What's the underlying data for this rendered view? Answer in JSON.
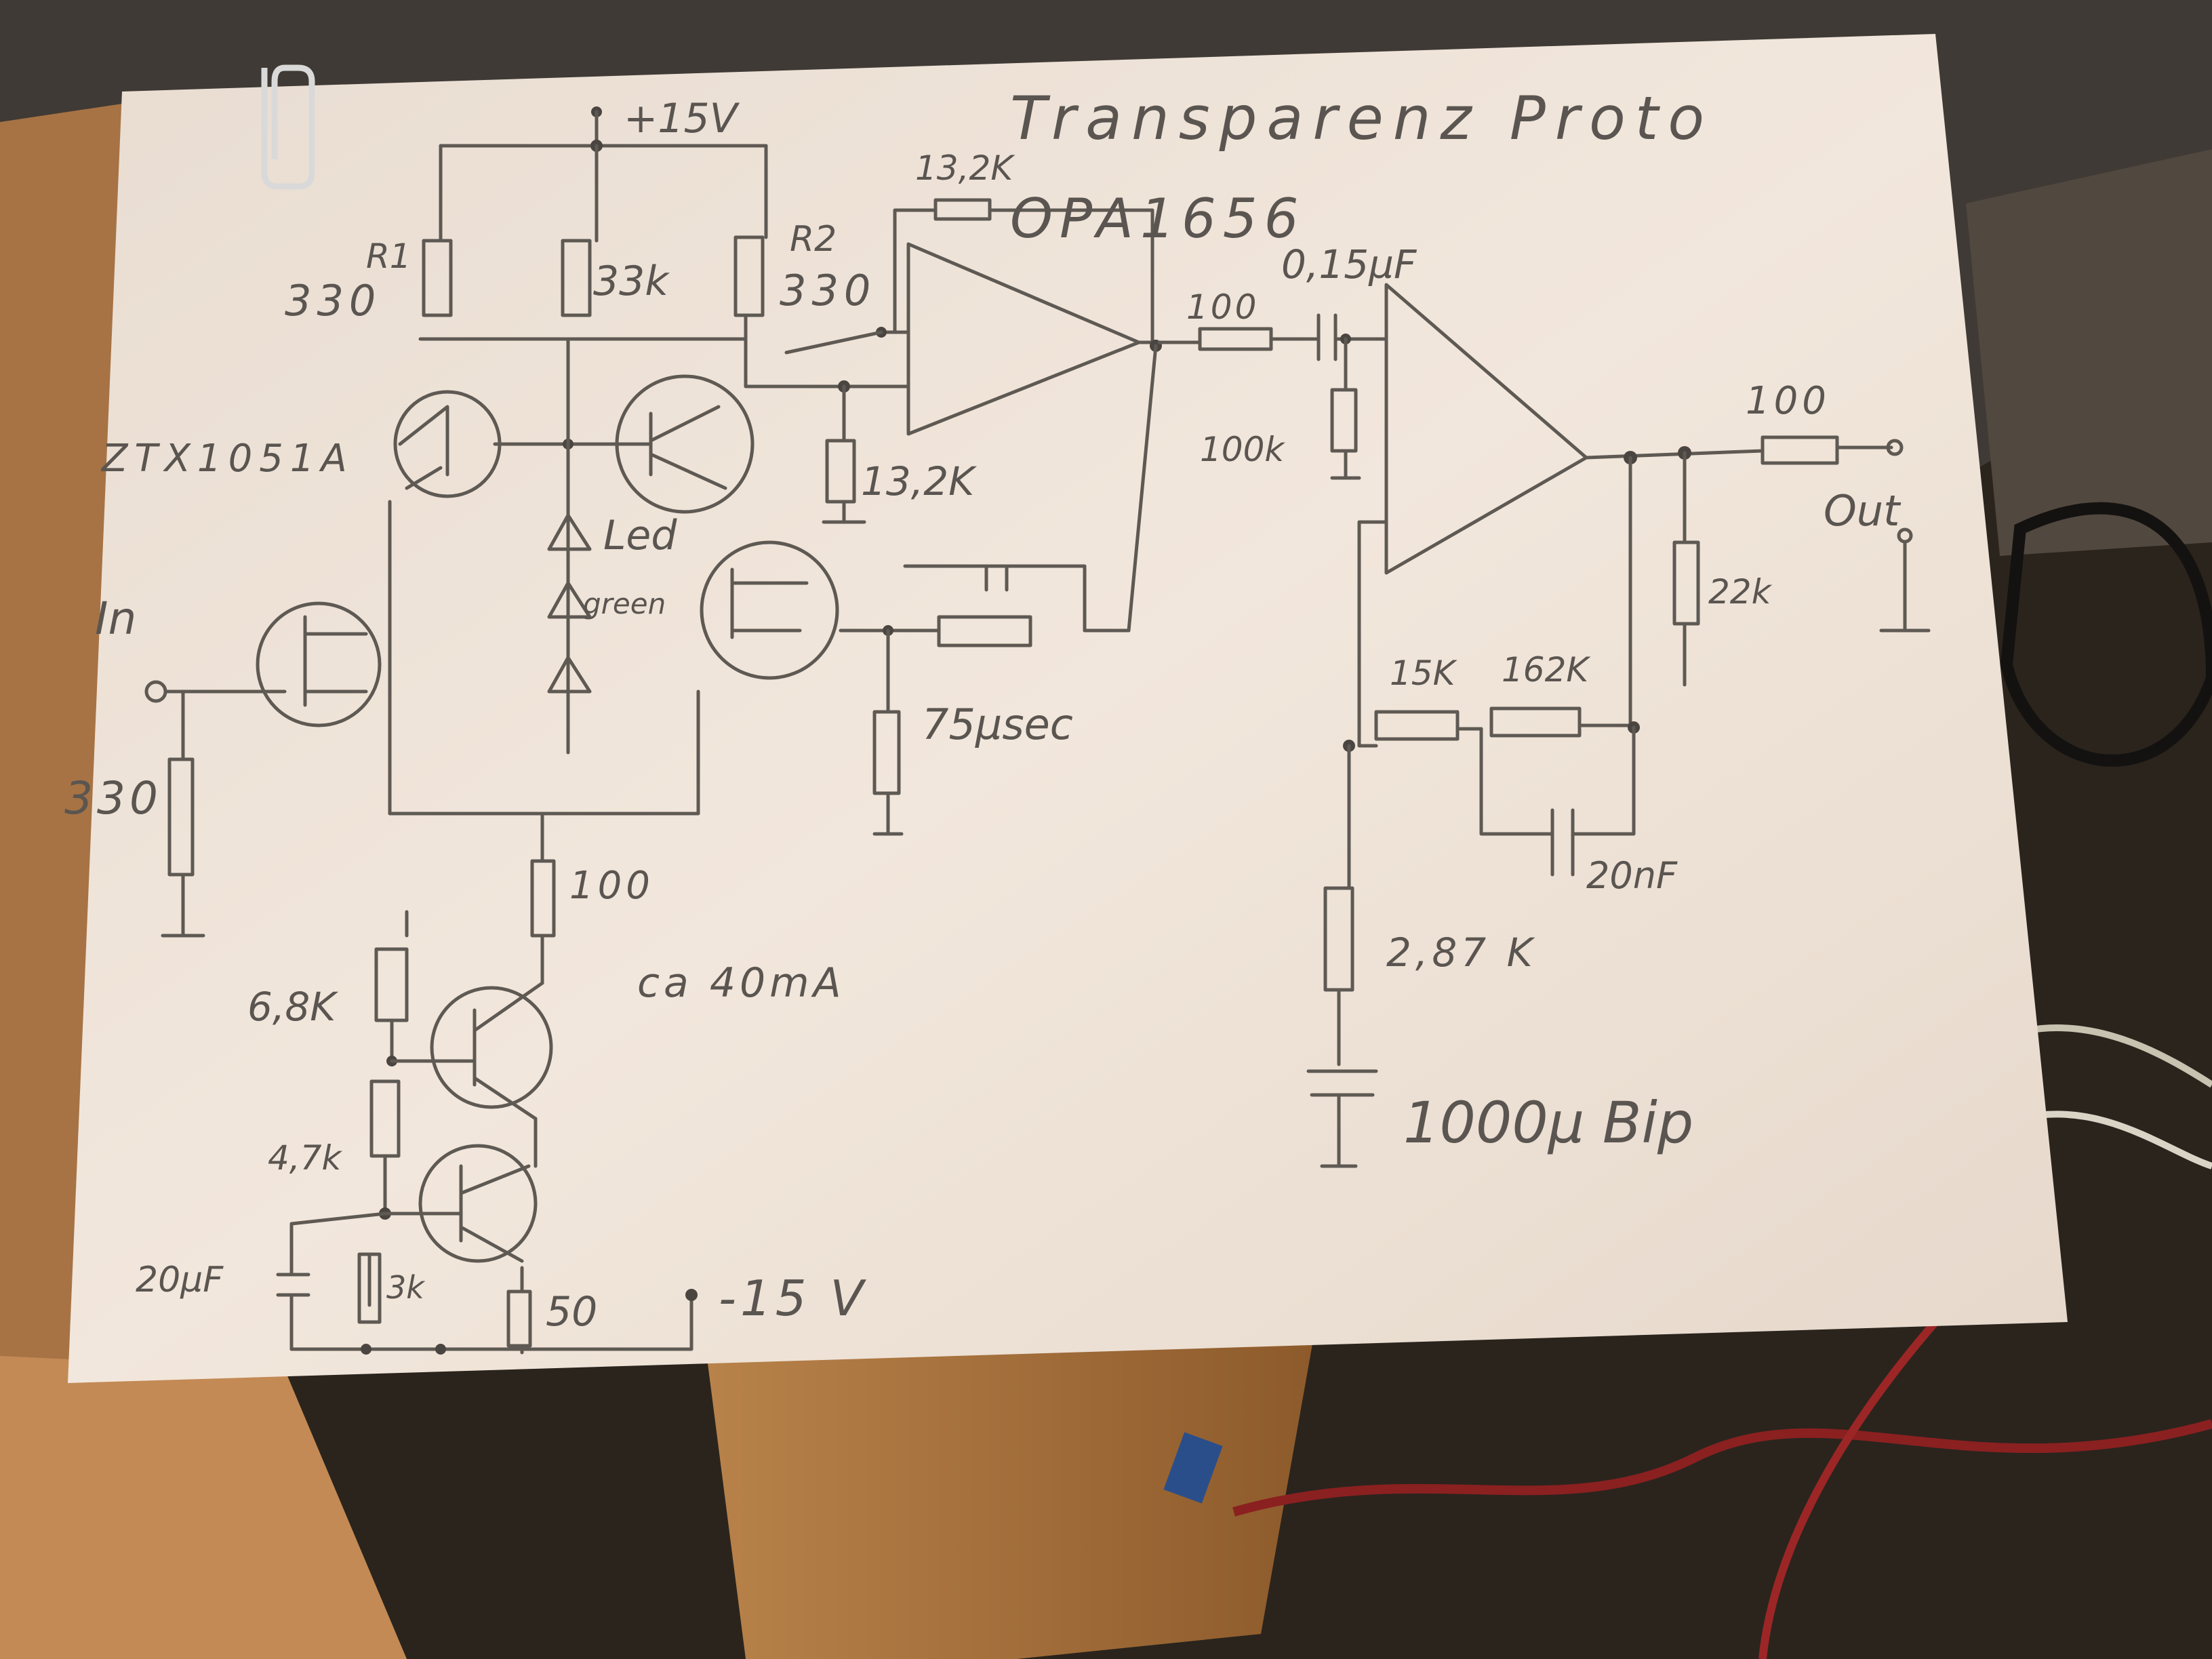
{
  "title": "Transparenz Proto",
  "supply": {
    "positive": "+15V",
    "negative": "-15 V"
  },
  "opamp_label": "OPA1656",
  "labels": {
    "r1_name": "R1",
    "r1_value": "330",
    "r2_name": "R2",
    "r2_value": "330",
    "r_33k": "33k",
    "r_fb": "13,2K",
    "r_bias": "13,2K",
    "transistor": "ZTX1051A",
    "led": "Led",
    "led_color": "green",
    "input": "In",
    "r_in": "330",
    "r_100_tail": "100",
    "current": "ca 40mA",
    "r_68k": "6,8K",
    "r_47k": "4,7k",
    "r_3k": "3k",
    "c_20u": "20µF",
    "r_50": "50",
    "deemph": "75µsec",
    "r_100_mid": "100",
    "c_015": "0,15µF",
    "r_100k": "100k",
    "r_100_out": "100",
    "output": "Out",
    "r_22k": "22k",
    "r_15k": "15K",
    "r_162k": "162K",
    "c_20n": "20nF",
    "r_287k": "2,87 K",
    "c_1000u": "1000µ Bip"
  }
}
